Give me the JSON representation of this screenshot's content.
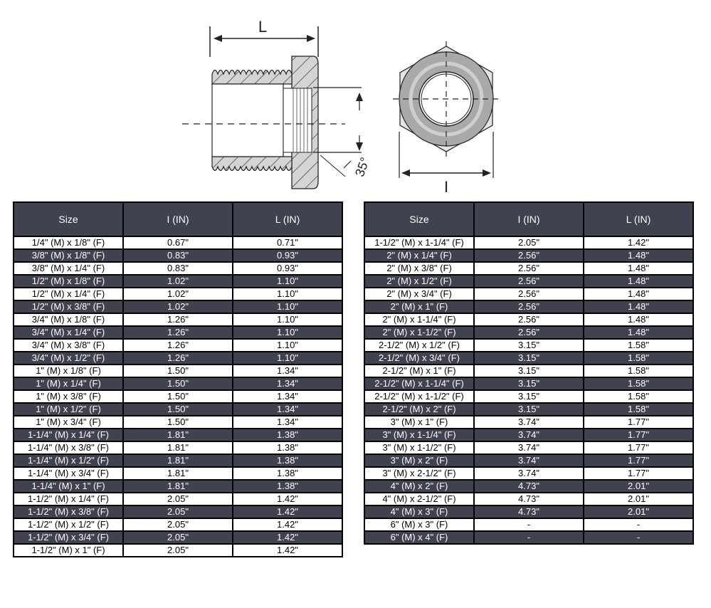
{
  "diagram": {
    "side_view_label": "L",
    "end_view_label": "I",
    "angle_label": "35°"
  },
  "colors": {
    "header_bg": "#41424f",
    "stripe_bg": "#41424f",
    "alt_bg": "#ffffff",
    "border": "#000000"
  },
  "tables": [
    {
      "headers": [
        "Size",
        "I (IN)",
        "L (IN)"
      ],
      "rows": [
        [
          "1/4\" (M) x 1/8\" (F)",
          "0.67\"",
          "0.71\""
        ],
        [
          "3/8\" (M) x 1/8\" (F)",
          "0.83\"",
          "0.93\""
        ],
        [
          "3/8\" (M) x 1/4\" (F)",
          "0.83\"",
          "0.93\""
        ],
        [
          "1/2\" (M) x 1/8\" (F)",
          "1.02\"",
          "1.10\""
        ],
        [
          "1/2\" (M) x 1/4\" (F)",
          "1.02\"",
          "1.10\""
        ],
        [
          "1/2\" (M) x 3/8\" (F)",
          "1.02\"",
          "1.10\""
        ],
        [
          "3/4\" (M) x 1/8\" (F)",
          "1.26\"",
          "1.10\""
        ],
        [
          "3/4\" (M) x 1/4\" (F)",
          "1.26\"",
          "1.10\""
        ],
        [
          "3/4\" (M) x 3/8\" (F)",
          "1.26\"",
          "1.10\""
        ],
        [
          "3/4\" (M) x 1/2\" (F)",
          "1.26\"",
          "1.10\""
        ],
        [
          "1\" (M) x 1/8\" (F)",
          "1.50\"",
          "1.34\""
        ],
        [
          "1\" (M) x 1/4\" (F)",
          "1.50\"",
          "1.34\""
        ],
        [
          "1\" (M) x 3/8\" (F)",
          "1.50\"",
          "1.34\""
        ],
        [
          "1\" (M) x 1/2\" (F)",
          "1.50\"",
          "1.34\""
        ],
        [
          "1\" (M) x 3/4\" (F)",
          "1.50\"",
          "1.34\""
        ],
        [
          "1-1/4\" (M) x 1/4\" (F)",
          "1.81\"",
          "1.38\""
        ],
        [
          "1-1/4\" (M) x 3/8\" (F)",
          "1.81\"",
          "1.38\""
        ],
        [
          "1-1/4\" (M) x 1/2\" (F)",
          "1.81\"",
          "1.38\""
        ],
        [
          "1-1/4\" (M) x 3/4\" (F)",
          "1.81\"",
          "1.38\""
        ],
        [
          "1-1/4\" (M) x 1\" (F)",
          "1.81\"",
          "1.38\""
        ],
        [
          "1-1/2\" (M) x 1/4\" (F)",
          "2.05\"",
          "1.42\""
        ],
        [
          "1-1/2\" (M) x 3/8\" (F)",
          "2.05\"",
          "1.42\""
        ],
        [
          "1-1/2\" (M) x 1/2\" (F)",
          "2.05\"",
          "1.42\""
        ],
        [
          "1-1/2\" (M) x 3/4\" (F)",
          "2.05\"",
          "1.42\""
        ],
        [
          "1-1/2\" (M) x 1\" (F)",
          "2.05\"",
          "1.42\""
        ]
      ]
    },
    {
      "headers": [
        "Size",
        "I (IN)",
        "L (IN)"
      ],
      "rows": [
        [
          "1-1/2\" (M) x 1-1/4\" (F)",
          "2.05\"",
          "1.42\""
        ],
        [
          "2\" (M) x 1/4\" (F)",
          "2.56\"",
          "1.48\""
        ],
        [
          "2\" (M) x 3/8\" (F)",
          "2.56\"",
          "1.48\""
        ],
        [
          "2\" (M) x 1/2\" (F)",
          "2.56\"",
          "1.48\""
        ],
        [
          "2\" (M) x 3/4\" (F)",
          "2.56\"",
          "1.48\""
        ],
        [
          "2\" (M) x 1\" (F)",
          "2.56\"",
          "1.48\""
        ],
        [
          "2\" (M) x 1-1/4\" (F)",
          "2.56\"",
          "1.48\""
        ],
        [
          "2\" (M) x 1-1/2\" (F)",
          "2.56\"",
          "1.48\""
        ],
        [
          "2-1/2\" (M) x 1/2\" (F)",
          "3.15\"",
          "1.58\""
        ],
        [
          "2-1/2\" (M) x 3/4\" (F)",
          "3.15\"",
          "1.58\""
        ],
        [
          "2-1/2\" (M) x 1\" (F)",
          "3.15\"",
          "1.58\""
        ],
        [
          "2-1/2\" (M) x 1-1/4\" (F)",
          "3.15\"",
          "1.58\""
        ],
        [
          "2-1/2\" (M) x 1-1/2\" (F)",
          "3.15\"",
          "1.58\""
        ],
        [
          "2-1/2\" (M) x 2\" (F)",
          "3.15\"",
          "1.58\""
        ],
        [
          "3\" (M) x 1\" (F)",
          "3.74\"",
          "1.77\""
        ],
        [
          "3\" (M) x 1-1/4\" (F)",
          "3.74\"",
          "1.77\""
        ],
        [
          "3\" (M) x 1-1/2\" (F)",
          "3.74\"",
          "1.77\""
        ],
        [
          "3\" (M) x 2\" (F)",
          "3.74\"",
          "1.77\""
        ],
        [
          "3\" (M) x 2-1/2\" (F)",
          "3.74\"",
          "1.77\""
        ],
        [
          "4\" (M) x 2\" (F)",
          "4.73\"",
          "2.01\""
        ],
        [
          "4\" (M) x 2-1/2\" (F)",
          "4.73\"",
          "2.01\""
        ],
        [
          "4\" (M) x 3\" (F)",
          "4.73\"",
          "2.01\""
        ],
        [
          "6\" (M) x 3\" (F)",
          "-",
          "-"
        ],
        [
          "6\" (M) x 4\" (F)",
          "-",
          "-"
        ]
      ]
    }
  ]
}
